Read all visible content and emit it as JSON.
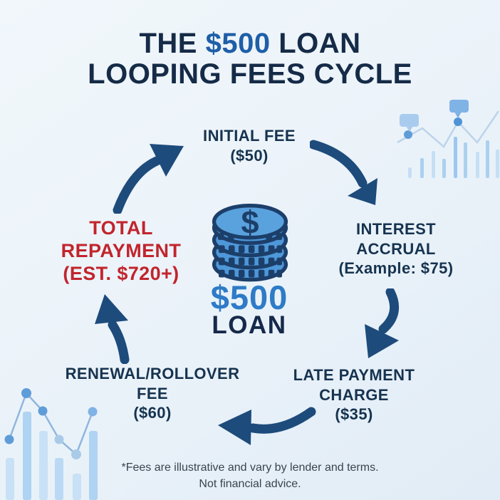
{
  "title": {
    "prefix": "THE ",
    "highlight": "$500",
    "suffix": " LOAN",
    "line2": "LOOPING FEES CYCLE"
  },
  "center": {
    "coin_symbol": "$",
    "amount": "$500",
    "label": "LOAN"
  },
  "stages": {
    "initial_fee": {
      "line1": "INITIAL FEE",
      "line2": "($50)"
    },
    "interest_accrual": {
      "line1": "INTEREST",
      "line2": "ACCRUAL",
      "line3": "(Example: $75)"
    },
    "late_payment_charge": {
      "line1": "LATE PAYMENT",
      "line2": "CHARGE",
      "line3": "($35)"
    },
    "renewal_rollover_fee": {
      "line1": "RENEWAL/ROLLOVER",
      "line2": "FEE",
      "line3": "($60)"
    },
    "total_repayment": {
      "line1": "TOTAL",
      "line2": "REPAYMENT",
      "line3": "(EST. $720+)"
    }
  },
  "footnote": {
    "line1": "*Fees are illustrative and vary by lender and terms.",
    "line2": "Not financial advice."
  },
  "colors": {
    "background": "#EAF2F9",
    "title_navy": "#152B47",
    "title_blue": "#1F5FA8",
    "label_navy": "#16334F",
    "red": "#C2242C",
    "arrow_navy": "#1D4B7B",
    "coin_blue": "#4E97D9",
    "coin_outline": "#1C3F6A",
    "amount_blue": "#2E7BC7",
    "decoration_light_blue": "#BCD9F3"
  },
  "icons": {
    "center": "coin-stack-icon",
    "top_right": "bar-line-chart-with-speech-bubbles-decoration",
    "bottom_left": "bar-line-chart-with-dots-decoration"
  }
}
